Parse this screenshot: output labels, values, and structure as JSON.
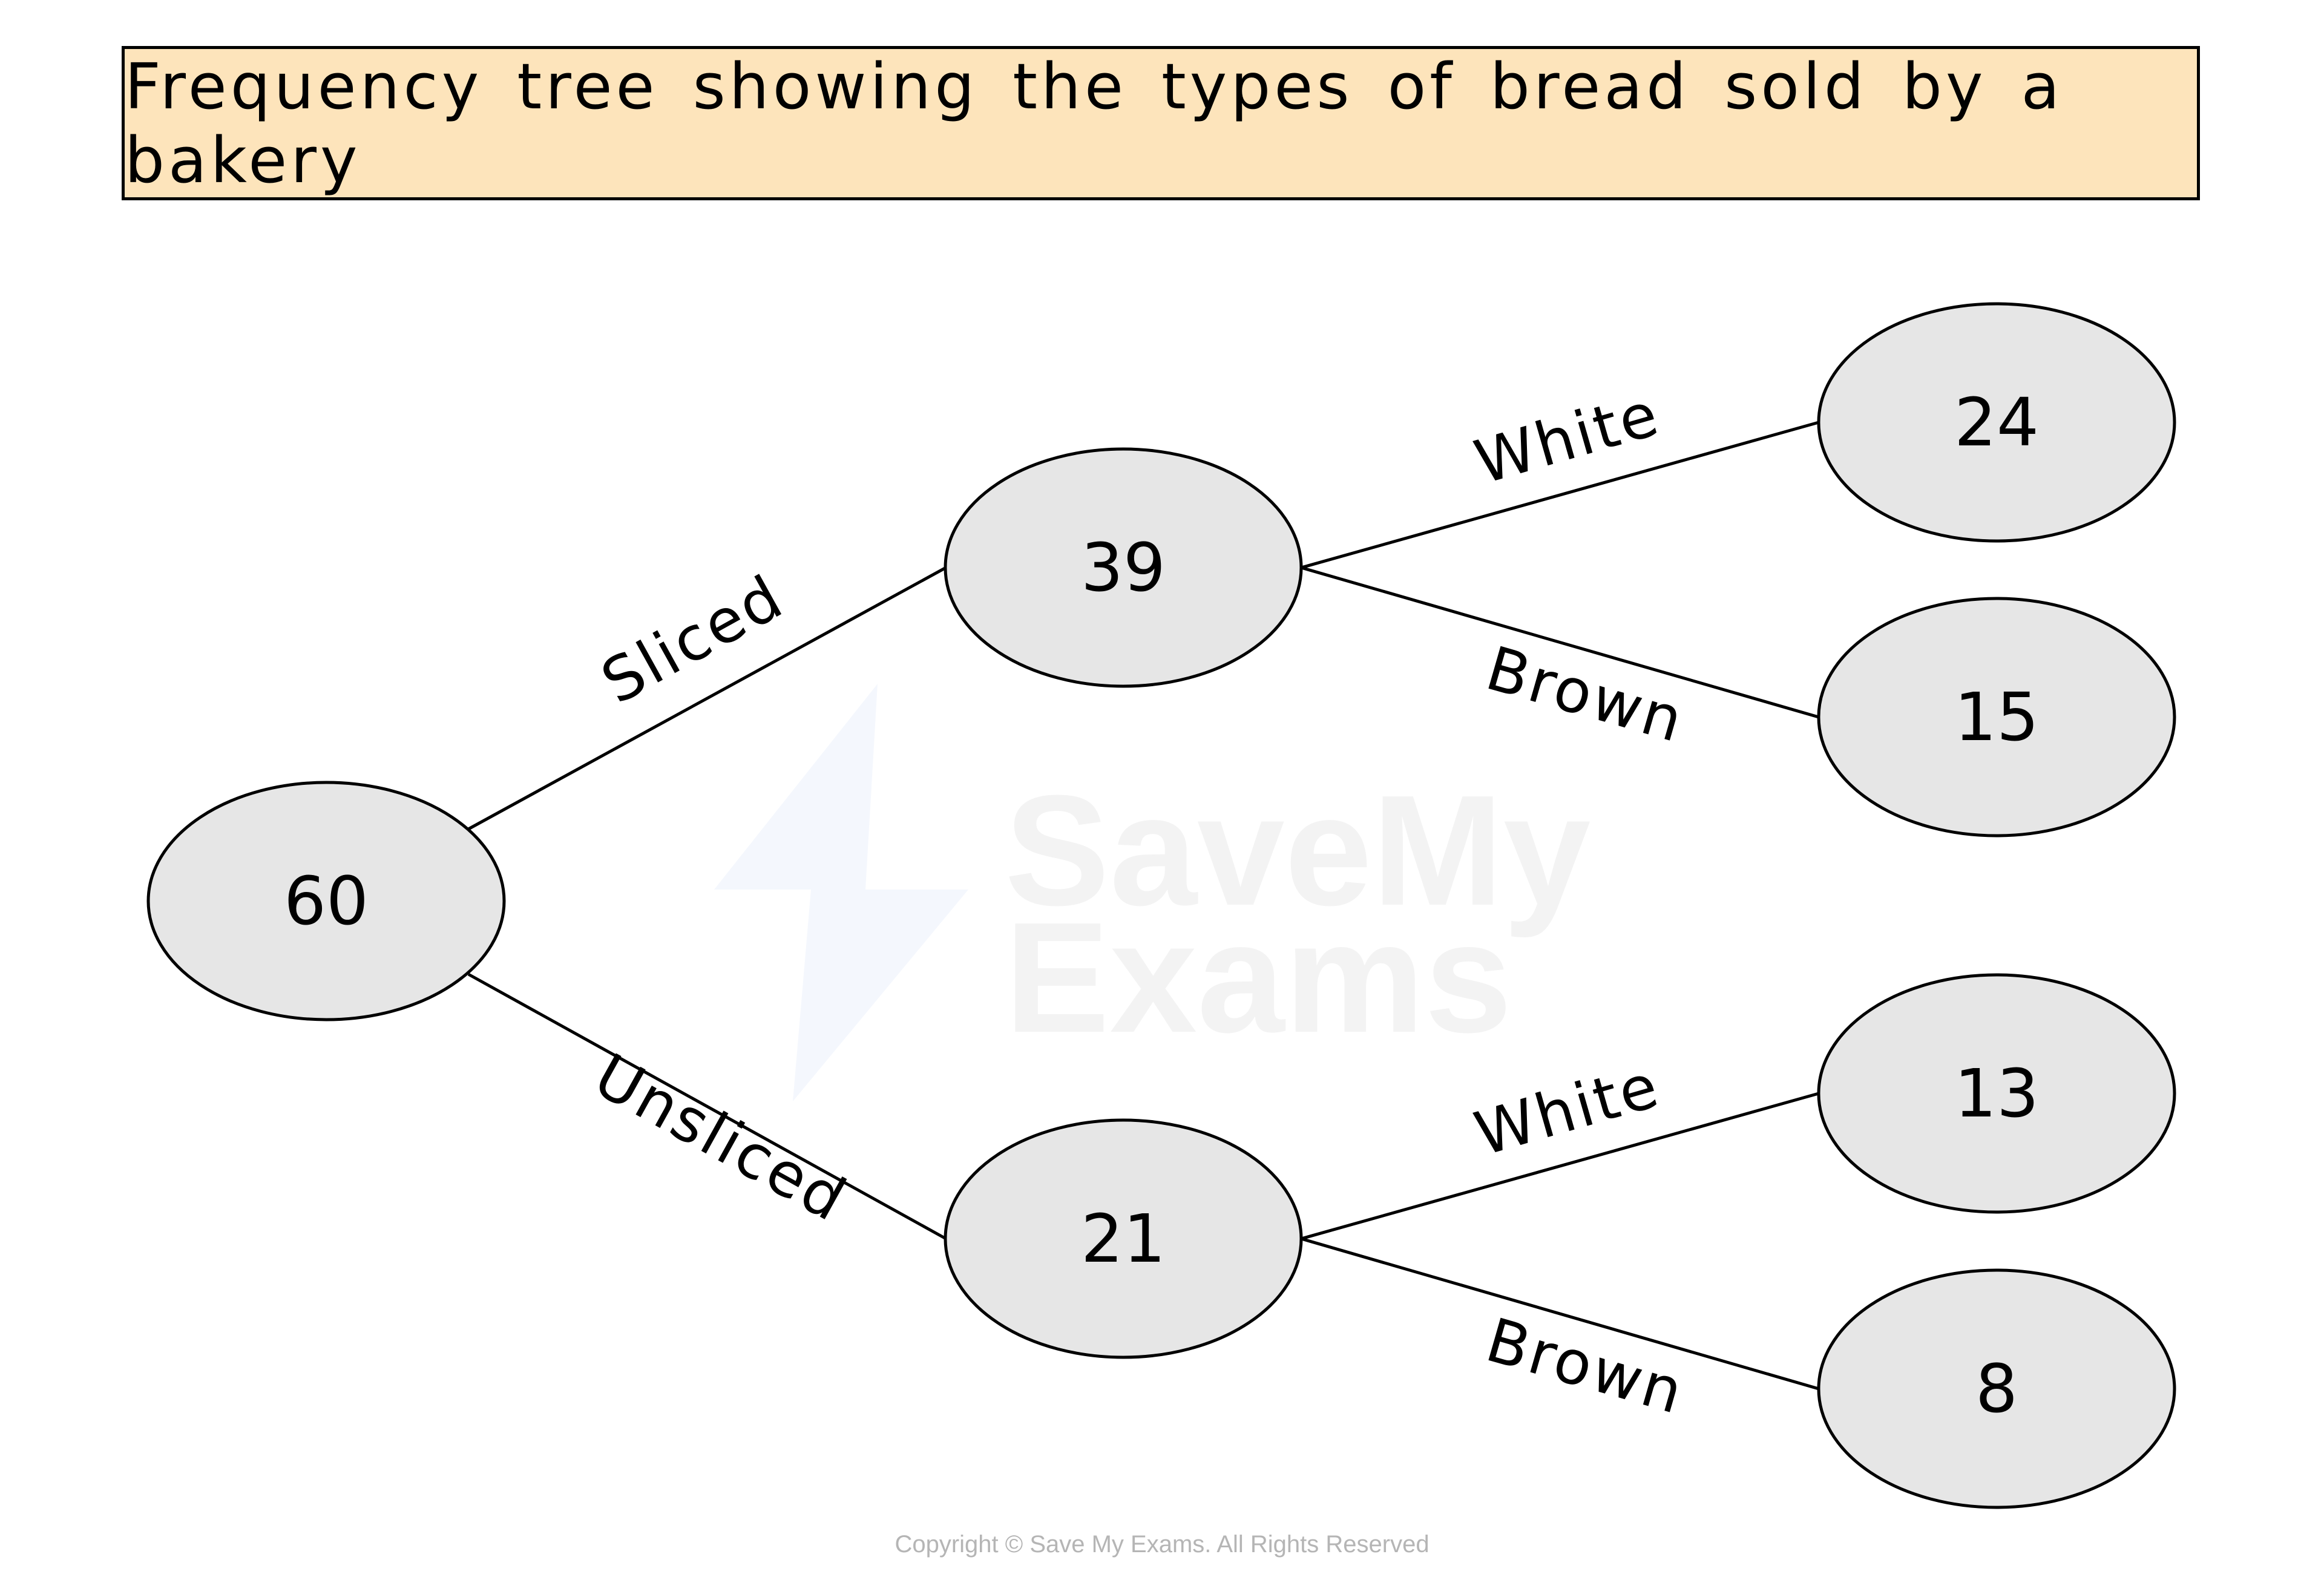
{
  "title": "Frequency tree showing the types of bread sold by a bakery",
  "tree": {
    "root": {
      "label": "60"
    },
    "level1": [
      {
        "branch": "Sliced",
        "label": "39"
      },
      {
        "branch": "Unsliced",
        "label": "21"
      }
    ],
    "level2": [
      {
        "parent": "Sliced",
        "branch": "White",
        "label": "24"
      },
      {
        "parent": "Sliced",
        "branch": "Brown",
        "label": "15"
      },
      {
        "parent": "Unsliced",
        "branch": "White",
        "label": "13"
      },
      {
        "parent": "Unsliced",
        "branch": "Brown",
        "label": "8"
      }
    ]
  },
  "watermark": {
    "line1": "SaveMy",
    "line2": "Exams"
  },
  "copyright": "Copyright © Save My Exams. All Rights Reserved",
  "colors": {
    "title_bg": "#fde4bb",
    "node_fill": "#e6e6e6",
    "stroke": "#000000",
    "watermark_text": "#f3f3f3",
    "watermark_bolt": "#f4f7fd"
  }
}
